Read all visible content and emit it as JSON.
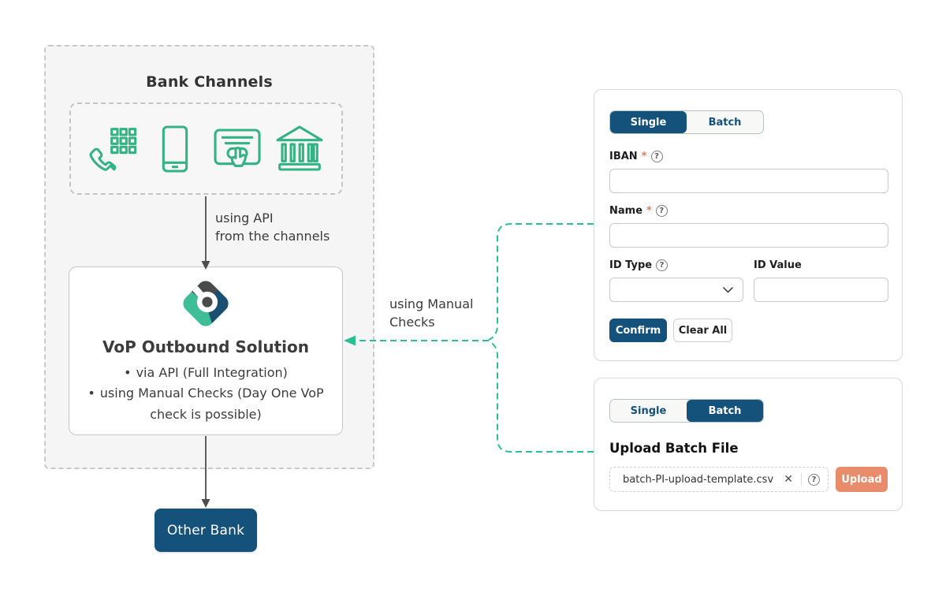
{
  "diagram": {
    "bank_channels": {
      "title": "Bank Channels",
      "icons": [
        {
          "name": "phone-keypad-icon"
        },
        {
          "name": "smartphone-icon"
        },
        {
          "name": "online-banking-icon"
        },
        {
          "name": "bank-building-icon"
        }
      ]
    },
    "api_arrow_label": {
      "line1": "using API",
      "line2": "from the channels"
    },
    "vop_box": {
      "title": "VoP Outbound Solution",
      "bullets": [
        "via API (Full Integration)",
        "using Manual Checks (Day One VoP check is possible)"
      ],
      "bullet_glyph": "•",
      "logo_name": "vop-diamond-b-logo"
    },
    "other_bank_label": "Other Bank",
    "manual_checks_label": {
      "line1": "using Manual",
      "line2": "Checks"
    }
  },
  "single_panel": {
    "tabs": [
      {
        "label": "Single",
        "active": true
      },
      {
        "label": "Batch",
        "active": false
      }
    ],
    "required_marker": "*",
    "help_glyph": "?",
    "fields": {
      "iban": {
        "label": "IBAN",
        "value": ""
      },
      "name": {
        "label": "Name",
        "value": ""
      },
      "id_type": {
        "label": "ID Type",
        "value": ""
      },
      "id_value": {
        "label": "ID Value",
        "value": ""
      }
    },
    "buttons": {
      "confirm": "Confirm",
      "clear_all": "Clear All"
    }
  },
  "batch_panel": {
    "tabs": [
      {
        "label": "Single",
        "active": false
      },
      {
        "label": "Batch",
        "active": true
      }
    ],
    "heading": "Upload Batch File",
    "file_name": "batch-PI-upload-template.csv",
    "clear_glyph": "✕",
    "help_glyph": "?",
    "upload_label": "Upload"
  },
  "colors": {
    "brand_navy": "#14527B",
    "icon_green": "#33B285",
    "connector_teal": "#2CBE92",
    "salmon_accent": "#E98C6B",
    "required_red": "#E5795E",
    "diagram_bg": "#f5f5f5"
  }
}
